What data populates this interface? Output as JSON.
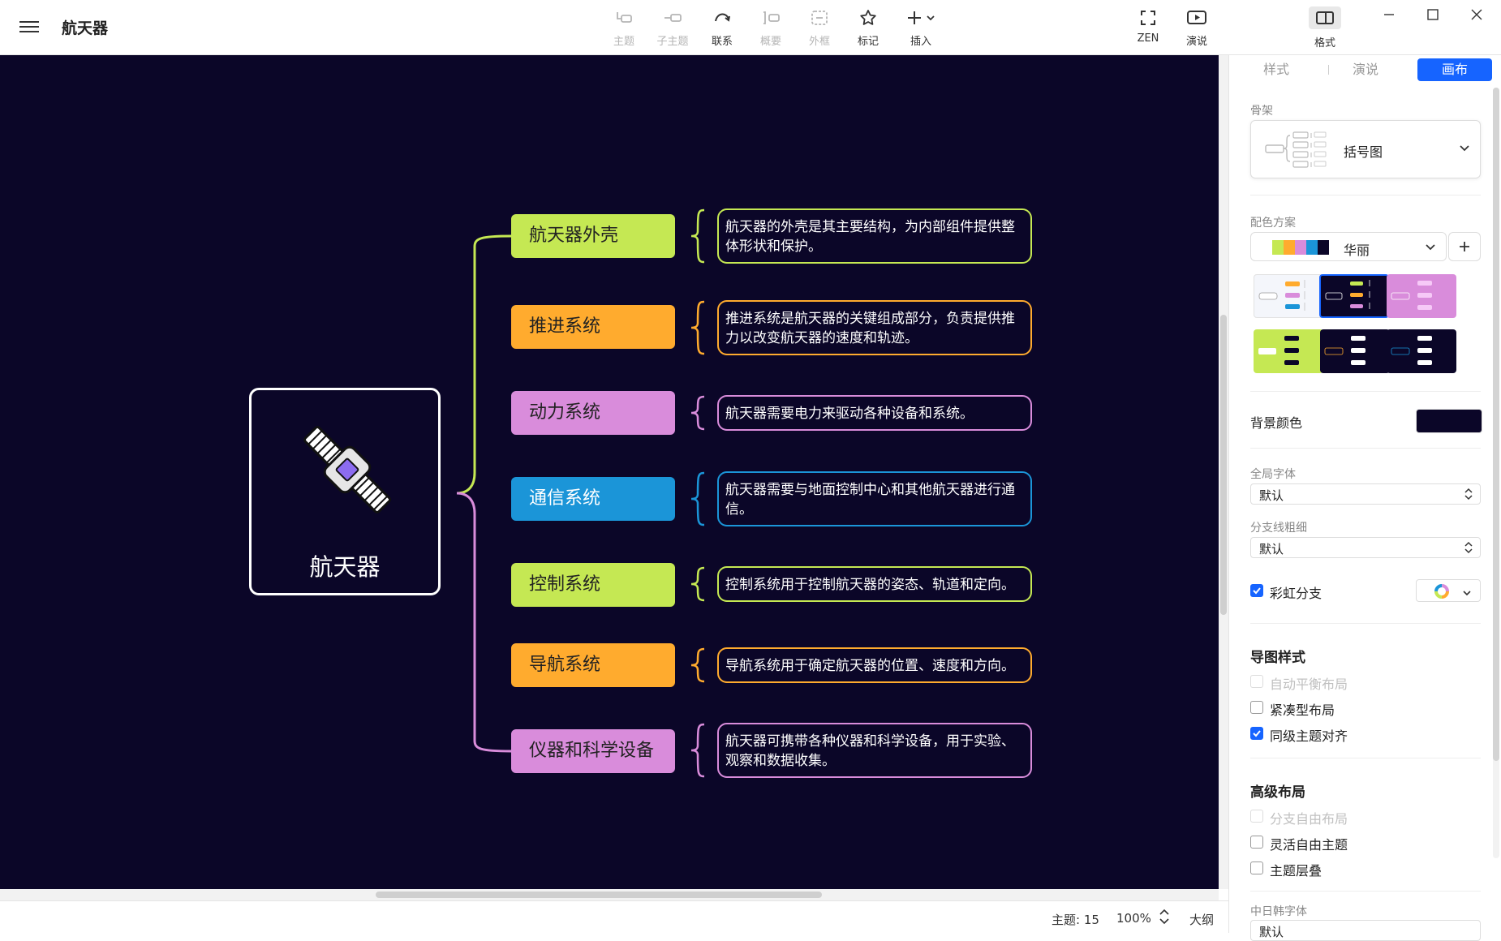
{
  "app": {
    "doc_title": "航天器",
    "toolbar": [
      {
        "label": "主题",
        "state": "disabled",
        "icon": "topic-icon"
      },
      {
        "label": "子主题",
        "state": "disabled",
        "icon": "subtopic-icon"
      },
      {
        "label": "联系",
        "state": "enabled",
        "icon": "relationship-icon"
      },
      {
        "label": "概要",
        "state": "disabled",
        "icon": "summary-icon"
      },
      {
        "label": "外框",
        "state": "disabled",
        "icon": "boundary-icon"
      },
      {
        "label": "标记",
        "state": "enabled",
        "icon": "star-icon"
      },
      {
        "label": "插入",
        "state": "enabled",
        "icon": "plus-icon"
      }
    ],
    "zen_label": "ZEN",
    "present_label": "演说",
    "format_label": "格式"
  },
  "map": {
    "central": "航天器",
    "colors": {
      "lime": "#c5e853",
      "orange": "#ffab2e",
      "pink": "#d98cdb",
      "blue": "#1b95d8",
      "bg": "#0b0628"
    },
    "branches": [
      {
        "label": "航天器外壳",
        "color": "#c5e853",
        "detail": "航天器的外壳是其主要结构，为内部组件提供整体形状和保护。"
      },
      {
        "label": "推进系统",
        "color": "#ffab2e",
        "detail": "推进系统是航天器的关键组成部分，负责提供推力以改变航天器的速度和轨迹。"
      },
      {
        "label": "动力系统",
        "color": "#d98cdb",
        "detail": "航天器需要电力来驱动各种设备和系统。"
      },
      {
        "label": "通信系统",
        "color": "#1b95d8",
        "detail": "航天器需要与地面控制中心和其他航天器进行通信。"
      },
      {
        "label": "控制系统",
        "color": "#c5e853",
        "detail": "控制系统用于控制航天器的姿态、轨道和定向。"
      },
      {
        "label": "导航系统",
        "color": "#ffab2e",
        "detail": "导航系统用于确定航天器的位置、速度和方向。"
      },
      {
        "label": "仪器和科学设备",
        "color": "#d98cdb",
        "detail": "航天器可携带各种仪器和科学设备，用于实验、观察和数据收集。"
      }
    ]
  },
  "status": {
    "topic_count": "主题: 15",
    "zoom": "100%",
    "outline": "大纲"
  },
  "panel": {
    "tabs": [
      "样式",
      "演说",
      "画布"
    ],
    "active_tab": "画布",
    "skeleton_label": "骨架",
    "skeleton_value": "括号图",
    "color_scheme_label": "配色方案",
    "color_scheme_value": "华丽",
    "color_scheme_swatches": [
      "#ffffff",
      "#c5e853",
      "#ffab2e",
      "#d98cdb",
      "#1b95d8",
      "#0b0628"
    ],
    "bg_color_label": "背景颜色",
    "bg_color": "#0b0628",
    "global_font_label": "全局字体",
    "global_font_value": "默认",
    "line_width_label": "分支线粗细",
    "line_width_value": "默认",
    "rainbow_label": "彩虹分支",
    "rainbow_checked": true,
    "map_style_title": "导图样式",
    "auto_balance": "自动平衡布局",
    "compact": "紧凑型布局",
    "align_siblings": "同级主题对齐",
    "advanced_title": "高级布局",
    "free_branch": "分支自由布局",
    "flexible_free": "灵活自由主题",
    "overlap": "主题层叠",
    "cjk_font_label": "中日韩字体",
    "cjk_font_value": "默认"
  }
}
